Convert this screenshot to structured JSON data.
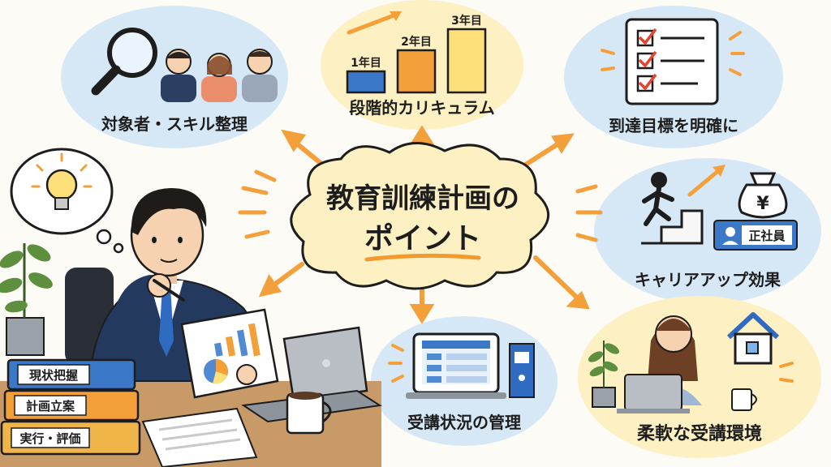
{
  "center": {
    "line1": "教育訓練計画の",
    "line2": "ポイント"
  },
  "topics": {
    "target": "対象者・スキル整理",
    "curriculum": "段階的カリキュラム",
    "goal": "到達目標を明確に",
    "career": "キャリアアップ効果",
    "flexible": "柔軟な受講環境",
    "management": "受講状況の管理"
  },
  "bars": [
    {
      "label": "1年目",
      "level": 1
    },
    {
      "label": "2年目",
      "level": 2
    },
    {
      "label": "3年目",
      "level": 3
    }
  ],
  "career_badge": "正社員",
  "yen_symbol": "¥",
  "books": [
    "現状把握",
    "計画立案",
    "実行・評価"
  ],
  "colors": {
    "bubble_blue": "#d6e8f6",
    "bubble_yellow": "#fdf0c2",
    "center_cloud": "#fdf1c4",
    "arrow_orange": "#f4a03a",
    "center_text": "#2a2418",
    "underline": "#f29a2e",
    "suit": "#233a5e"
  }
}
